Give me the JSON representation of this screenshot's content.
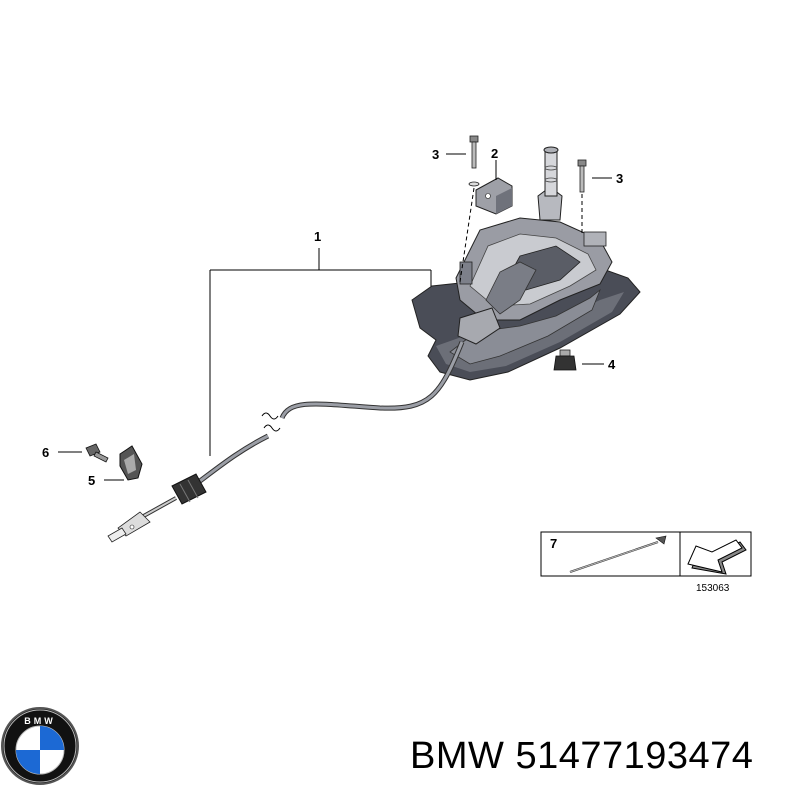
{
  "diagram": {
    "callouts": [
      {
        "id": "1",
        "label": "1"
      },
      {
        "id": "2",
        "label": "2"
      },
      {
        "id": "3a",
        "label": "3"
      },
      {
        "id": "3b",
        "label": "3"
      },
      {
        "id": "4",
        "label": "4"
      },
      {
        "id": "5",
        "label": "5"
      },
      {
        "id": "6",
        "label": "6"
      },
      {
        "id": "7",
        "label": "7"
      }
    ],
    "reference_number": "153063"
  },
  "footer": {
    "brand": "BMW",
    "part_number": "51477193474",
    "logo_letters": "BMW"
  },
  "colors": {
    "housing_dark": "#4a4d57",
    "housing_mid": "#8a8d96",
    "housing_light": "#c9cbd0",
    "logo_blue": "#1c69d4",
    "logo_ring": "#111111"
  }
}
